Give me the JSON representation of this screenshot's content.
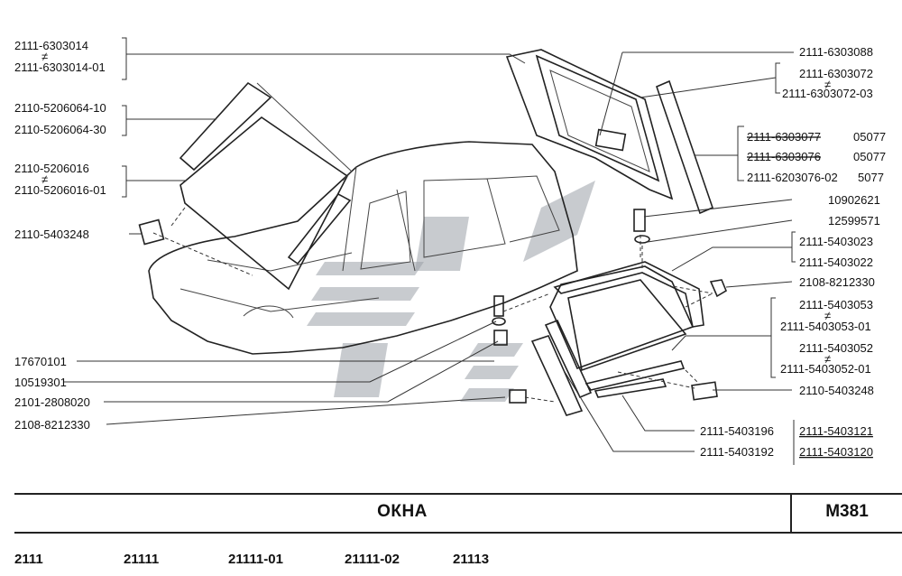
{
  "labels_left": [
    {
      "text": "2111-6303014"
    },
    {
      "text": "2111-6303014-01"
    },
    {
      "text": "2110-5206064-10"
    },
    {
      "text": "2110-5206064-30"
    },
    {
      "text": "2110-5206016"
    },
    {
      "text": "2110-5206016-01"
    },
    {
      "text": "2110-5403248"
    },
    {
      "text": "17670101"
    },
    {
      "text": "10519301"
    },
    {
      "text": "2101-2808020"
    },
    {
      "text": "2108-8212330"
    }
  ],
  "labels_right": [
    {
      "text": "2111-6303088"
    },
    {
      "text": "2111-6303072"
    },
    {
      "text": "2111-6303072-03"
    },
    {
      "text": "2111-6303077"
    },
    {
      "text": "05077"
    },
    {
      "text": "2111-6303076"
    },
    {
      "text": "05077"
    },
    {
      "text": "2111-6203076-02"
    },
    {
      "text": "5077"
    },
    {
      "text": "10902621"
    },
    {
      "text": "12599571"
    },
    {
      "text": "2111-5403023"
    },
    {
      "text": "2111-5403022"
    },
    {
      "text": "2108-8212330"
    },
    {
      "text": "2111-5403053"
    },
    {
      "text": "2111-5403053-01"
    },
    {
      "text": "2111-5403052"
    },
    {
      "text": "2111-5403052-01"
    },
    {
      "text": "2110-5403248"
    },
    {
      "text": "2111-5403196"
    },
    {
      "text": "2111-5403121"
    },
    {
      "text": "2111-5403192"
    },
    {
      "text": "2111-5403120"
    }
  ],
  "neq_symbol": "≠",
  "footer": {
    "section_title": "ОКНА",
    "section_code": "М381"
  },
  "models": [
    "2111",
    "21111",
    "21111-01",
    "21111-02",
    "21113"
  ]
}
